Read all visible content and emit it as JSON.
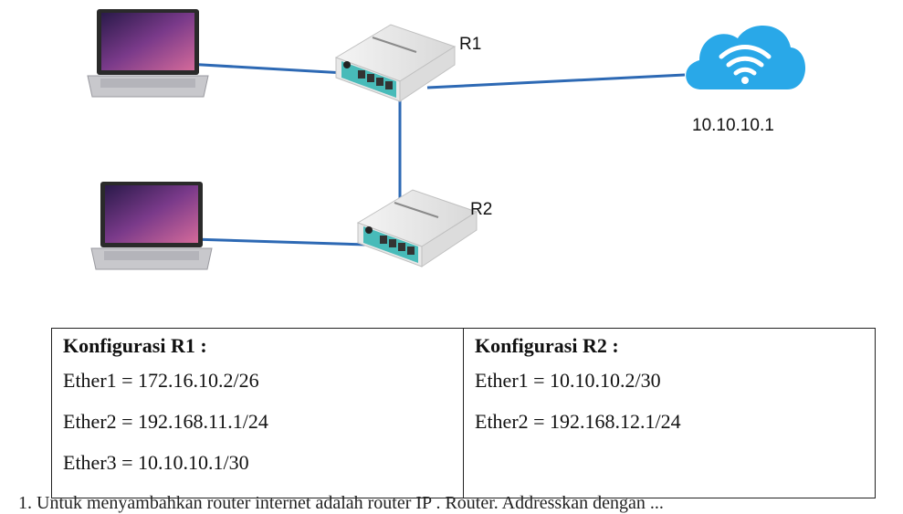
{
  "routers": {
    "r1": {
      "label": "R1"
    },
    "r2": {
      "label": "R2"
    }
  },
  "cloud": {
    "label": "10.10.10.1"
  },
  "config": {
    "r1": {
      "title": "Konfigurasi R1 :",
      "lines": [
        "Ether1 = 172.16.10.2/26",
        "Ether2 = 192.168.11.1/24",
        "Ether3 = 10.10.10.1/30"
      ]
    },
    "r2": {
      "title": "Konfigurasi R2 :",
      "lines": [
        "Ether1 = 10.10.10.2/30",
        "Ether2 = 192.168.12.1/24"
      ]
    }
  },
  "footer_text": "1.   Untuk menyambahkan router internet adalah router IP . Router. Addresskan dengan  ...",
  "colors": {
    "link": "#2d69b4",
    "cloud": "#29a8e8",
    "router_accent": "#2bb3b0",
    "laptop_screen": "#5a2a6e"
  }
}
